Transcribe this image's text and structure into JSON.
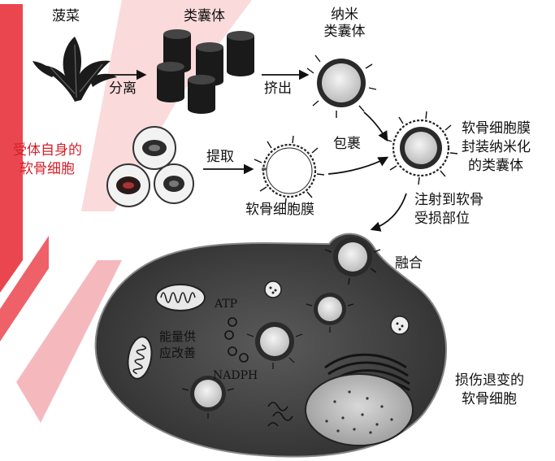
{
  "labels": {
    "spinach": "菠菜",
    "thylakoid": "类囊体",
    "nano_thylakoid_1": "纳米",
    "nano_thylakoid_2": "类囊体",
    "separate": "分离",
    "extrude": "挤出",
    "recipient_1": "受体自身的",
    "recipient_2": "软骨细胞",
    "extract": "提取",
    "chondrocyte_membrane": "软骨细胞膜",
    "wrap": "包裹",
    "encapsulated_1": "软骨细胞膜",
    "encapsulated_2": "封装纳米化",
    "encapsulated_3": "的类囊体",
    "inject_1": "注射到软骨",
    "inject_2": "受损部位",
    "fuse": "融合",
    "atp": "ATP",
    "nadph": "NADPH",
    "energy_1": "能量供",
    "energy_2": "应改善",
    "degenerated_1": "损伤退变的",
    "degenerated_2": "软骨细胞"
  },
  "colors": {
    "ink": "#111111",
    "red_label": "#d4202a",
    "cell_fill": "#4a4a4a",
    "watermark": "#e8323c"
  }
}
